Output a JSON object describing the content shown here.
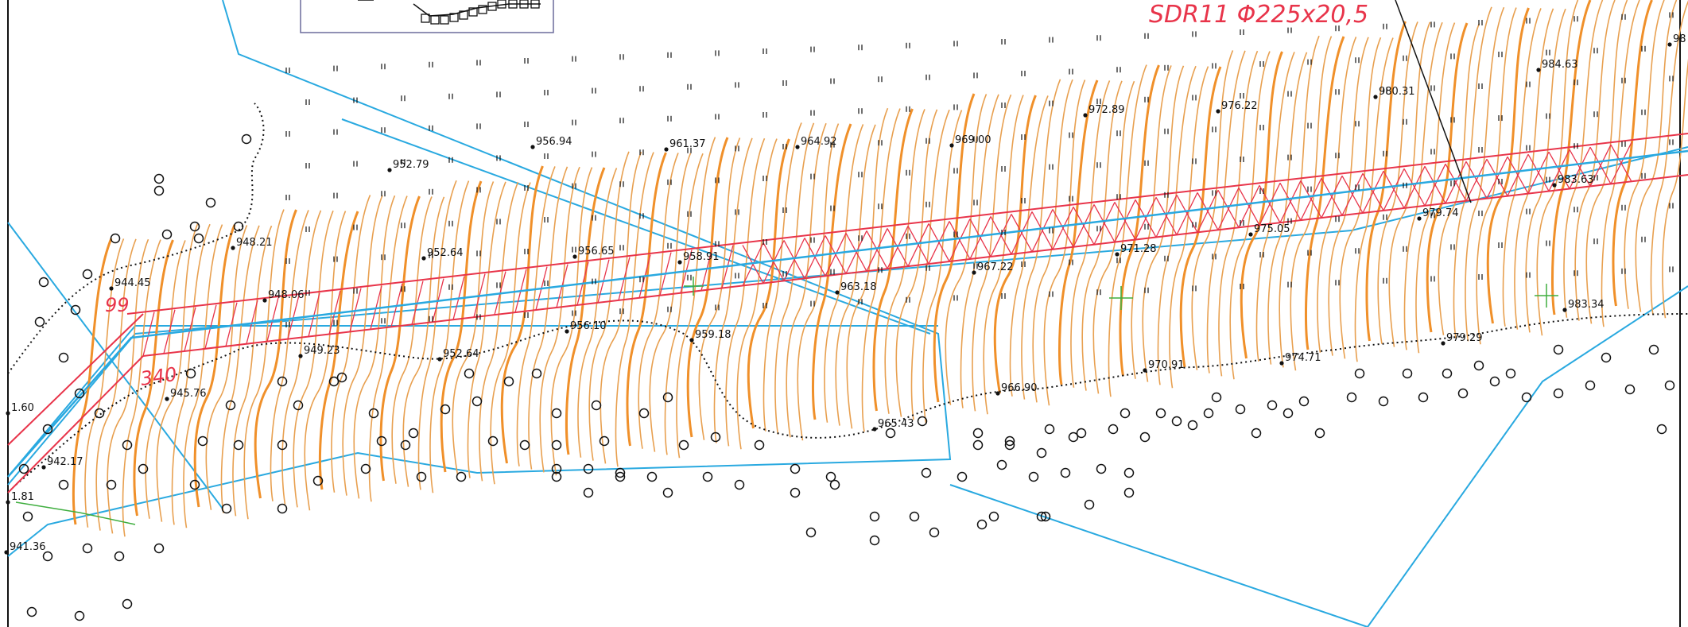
{
  "title": "SDR11 Φ225x20,5",
  "pipe_markers": [
    "99",
    "340"
  ],
  "elevations": [
    "956.94",
    "961.37",
    "964.92",
    "969.00",
    "972.89",
    "976.22",
    "980.31",
    "984.63",
    "952.79",
    "948.21",
    "944.45",
    "948.06",
    "952.64",
    "956.65",
    "958.91",
    "963.18",
    "967.22",
    "971.28",
    "975.05",
    "979.74",
    "983.63",
    "949.23",
    "952.64",
    "956.10",
    "959.18",
    "945.76",
    "942.17",
    "941.36",
    "1.60",
    "965.43",
    "966.90",
    "970.91",
    "974.71",
    "979.29",
    "983.34",
    "1.81",
    "98"
  ],
  "colors": {
    "contour": "#f0902a",
    "contour_light": "#e8a050",
    "route": "#e8344a",
    "boundary": "#29a9e0",
    "survey": "#111111",
    "marker": "#3fae3f"
  },
  "symbols": {
    "tree": "circle-symbol",
    "grass": "grass-tick-symbol",
    "point": "spot-height-dot"
  }
}
